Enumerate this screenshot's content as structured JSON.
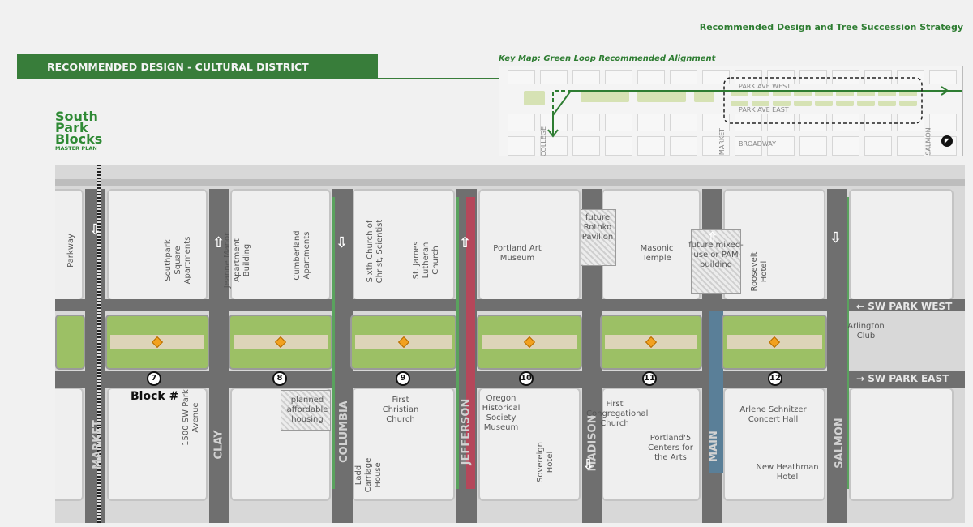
{
  "header": {
    "doc_title": "Recommended Design and Tree Succession Strategy",
    "banner": "RECOMMENDED DESIGN - CULTURAL DISTRICT"
  },
  "logo": {
    "line1": "South",
    "line2": "Park",
    "line3": "Blocks",
    "line4": "MASTER PLAN"
  },
  "key_map": {
    "title": "Key Map: Green Loop Recommended Alignment",
    "labels": {
      "park_ave_west": "PARK AVE WEST",
      "park_ave_east": "PARK AVE EAST",
      "broadway": "BROADWAY",
      "college": "COLLEGE",
      "market": "MARKET",
      "salmon": "SALMON"
    },
    "north_icon": "north-arrow-icon",
    "loop_color": "#2e7d32"
  },
  "map": {
    "streets": {
      "market": "MARKET",
      "clay": "CLAY",
      "columbia": "COLUMBIA",
      "jefferson": "JEFFERSON",
      "madison": "MADISON",
      "main": "MAIN",
      "salmon": "SALMON",
      "park_west": "SW PARK WEST",
      "park_east": "SW PARK EAST"
    },
    "blocks": [
      "7",
      "8",
      "9",
      "10",
      "11",
      "12"
    ],
    "block_label": "Block #",
    "buildings": {
      "parkway": "Parkway",
      "southpark": "Southpark Square Apartments",
      "jeanne": "Jeanne Manor Apartment Building",
      "cumberland": "Cumberland Apartments",
      "sixth_church": "Sixth Church of Christ, Scientist",
      "st_james": "St. James Lutheran Church",
      "art_museum": "Portland Art Museum",
      "rothko": "future Rothko Pavilion",
      "masonic": "Masonic Temple",
      "mixed_use": "future mixed-use or PAM building",
      "roosevelt": "Roosevelt Hotel",
      "arlington": "Arlington Club",
      "park_ave_1500": "1500 SW Park Avenue",
      "affordable": "planned affordable housing",
      "first_christian": "First Christian Church",
      "ladd": "Ladd Carriage House",
      "ohs": "Oregon Historical Society Museum",
      "sovereign": "Sovereign Hotel",
      "first_congregational": "First Congregational Church",
      "portland5": "Portland'5 Centers for the Arts",
      "schnitzer": "Arlene Schnitzer Concert Hall",
      "heathman": "New Heathman Hotel"
    },
    "colors": {
      "street": "#6f6f6f",
      "park": "#9cc065",
      "jefferson_lane": "#b5475a",
      "main_lane": "#5a7f98",
      "green_lane": "#5aa25e"
    }
  }
}
